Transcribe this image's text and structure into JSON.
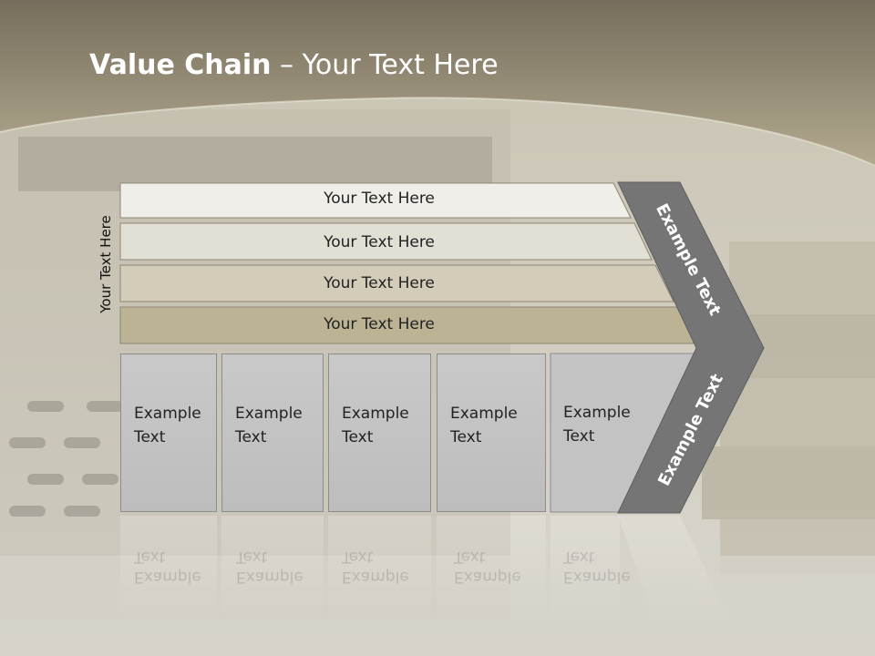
{
  "title": {
    "bold": "Value Chain",
    "rest": " – Your Text Here"
  },
  "side_label": "Your Text Here",
  "bars": [
    "Your Text Here",
    "Your Text Here",
    "Your Text Here",
    "Your Text Here"
  ],
  "boxes": [
    "Example Text",
    "Example Text",
    "Example Text",
    "Example Text",
    "Example Text"
  ],
  "chevron": {
    "upper": "Example Text",
    "lower": "Example Text"
  },
  "colors": {
    "header": "#a49a80",
    "bar1": "#efeee9",
    "bar2": "#e2dfd4",
    "bar3": "#d2ccb9",
    "bar4": "#bcb395",
    "chevron": "#767676",
    "box": "#c5c5c5"
  }
}
